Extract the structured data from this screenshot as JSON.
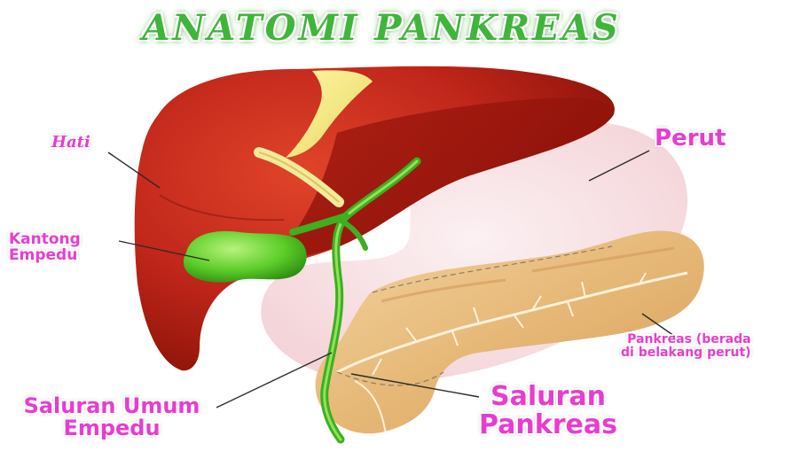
{
  "title": "ANATOMI PANKREAS",
  "labels": {
    "hati": "Hati",
    "kantong_line1": "Kantong",
    "kantong_line2": "Empedu",
    "perut": "Perut",
    "pankreas_line1": "Pankreas (berada",
    "pankreas_line2": "di belakang perut)",
    "umum_line1": "Saluran Umum",
    "umum_line2": "Empedu",
    "saluran_line1": "Saluran",
    "saluran_line2": "Pankreas"
  },
  "colors": {
    "label": "#e83ccf",
    "title": "#3fb53a",
    "liver": "#b81f14",
    "gallbladder": "#5cd12a",
    "pancreas": "#e9be7e",
    "stomach": "#f5d5d8"
  }
}
